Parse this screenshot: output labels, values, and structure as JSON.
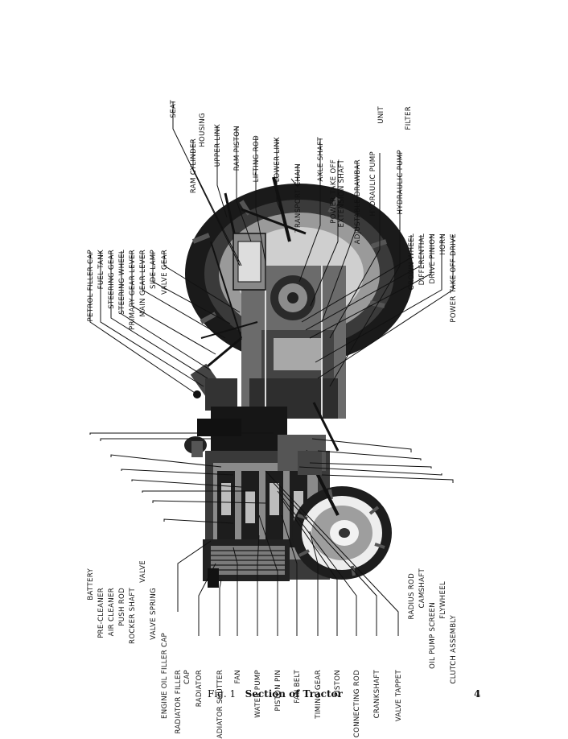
{
  "figure": {
    "number_text": "Fig. 1",
    "title": "Section of Tractor",
    "page_number": "4"
  },
  "labels": {
    "top_left": [
      "PETROL FILLER CAP",
      "FUEL TANK",
      "STEERING GEAR",
      "STEERING WHEEL",
      "PRIMARY GEAR LEVER",
      "MAIN GEAR LEVER",
      "SIDE LAMP",
      "VALVE GEAR"
    ],
    "top_right": [
      [
        "SEAT"
      ],
      [
        "RAM CYLINDER",
        "HOUSING"
      ],
      [
        "UPPER LINK"
      ],
      [
        "RAM PISTON"
      ],
      [
        "LIFTING ROD"
      ],
      [
        "LOWER LINK"
      ],
      [
        "TRANSPORT CHAIN"
      ],
      [
        "AXLE SHAFT"
      ],
      [
        "POWER TAKE OFF",
        "EXTENSION SHAFT"
      ],
      [
        "ADJUSTABLE DRAWBAR"
      ],
      [
        "HYDRAULIC PUMP",
        "UNIT"
      ],
      [
        "HYDRAULIC PUMP",
        "FILTER"
      ]
    ],
    "right_lower": [
      "CROWN WHEEL",
      "DIFFERENTIAL",
      "DRIVE PINION",
      "HORN",
      "POWER TAKE OFF DRIVE"
    ],
    "left_mid": [
      "BATTERY",
      "PRE-CLEANER",
      "AIR CLEANER",
      "PUSH ROD",
      "ROCKER SHAFT",
      "VALVE",
      "VALVE SPRING",
      "ENGINE OIL FILLER CAP"
    ],
    "right_mid": [
      "RADIUS ROD",
      "CAMSHAFT",
      "OIL PUMP SCREEN",
      "FLYWHEEL",
      "CLUTCH ASSEMBLY"
    ],
    "bottom": [
      [
        "RADIATOR FILLER",
        "CAP"
      ],
      [
        "RADIATOR"
      ],
      [
        "RADIATOR SHUTTER"
      ],
      [
        "FAN"
      ],
      [
        "WATER PUMP"
      ],
      [
        "PISTON PIN"
      ],
      [
        "FAN BELT"
      ],
      [
        "TIMING GEAR"
      ],
      [
        "PISTON"
      ],
      [
        "CONNECTING ROD"
      ],
      [
        "CRANKSHAFT"
      ],
      [
        "VALVE TAPPET"
      ]
    ]
  }
}
